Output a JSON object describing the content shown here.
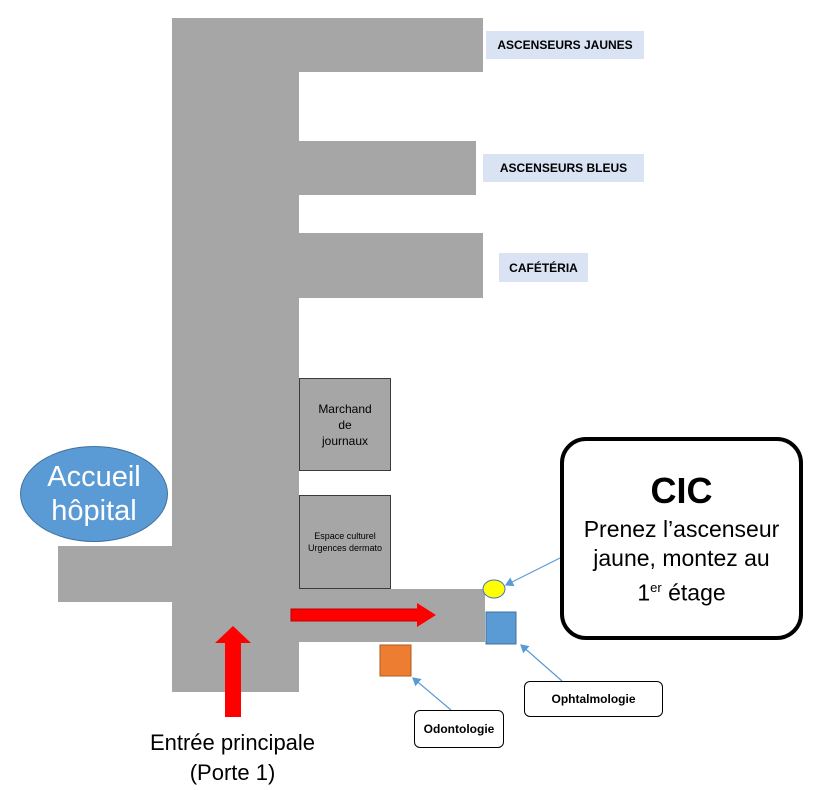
{
  "labels": {
    "ascenseurs_jaunes": "ASCENSEURS JAUNES",
    "ascenseurs_bleus": "ASCENSEURS BLEUS",
    "cafeteria": "CAFÉTÉRIA"
  },
  "shops": {
    "marchand": [
      "Marchand",
      "de",
      "journaux"
    ],
    "espace": [
      "Espace culturel",
      "Urgences dermato"
    ]
  },
  "accueil": [
    "Accueil",
    "hôpital"
  ],
  "cic": {
    "title": "CIC",
    "line1": "Prenez l’ascenseur",
    "line2": "jaune, montez au",
    "line3_pre": "1",
    "line3_sup": "er",
    "line3_post": " étage"
  },
  "callouts": {
    "ophtalmologie": "Ophtalmologie",
    "odontologie": "Odontologie"
  },
  "entrance": {
    "line1": "Entrée principale",
    "line2": "(Porte 1)"
  },
  "colors": {
    "corridor": "#a6a6a6",
    "arrow": "#ff0000",
    "yellow_marker": "#ffff00",
    "blue_marker": "#5b9bd5",
    "orange_marker": "#ed7d31",
    "label_bg": "#dae3f3",
    "accueil": "#5b9bd5"
  }
}
